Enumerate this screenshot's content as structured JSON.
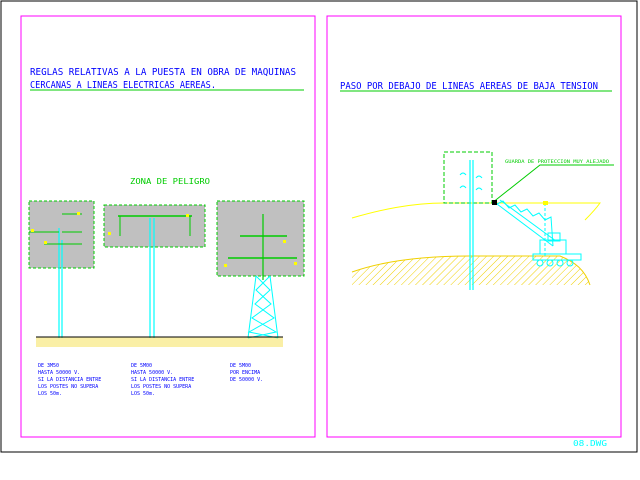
{
  "colors": {
    "frame": "#ff00ff",
    "outer": "#000000",
    "title": "#0000ff",
    "rule": "#00cc00",
    "zone_fill": "#c0c0c0",
    "zone_border": "#00cc00",
    "pole": "#00ffff",
    "cable": "#00cc00",
    "marker": "#ffff00",
    "ground": "#f0d000",
    "note": "#0000ff",
    "filename": "#00ffff"
  },
  "left_panel": {
    "title_line1": "REGLAS RELATIVAS A LA PUESTA EN OBRA DE MAQUINAS",
    "title_line2": "CERCANAS A LINEAS ELECTRICAS AEREAS.",
    "zone_label": "ZONA DE PELIGRO",
    "notes": [
      {
        "lines": [
          "DE 3M50",
          "HASTA 50000 V.",
          "SI LA DISTANCIA ENTRE",
          "LOS POSTES NO SUPERA",
          "LOS 50m."
        ]
      },
      {
        "lines": [
          "DE 5M00",
          "HASTA 50000 V.",
          "SI LA DISTANCIA ENTRE",
          "LOS POSTES NO SUPERA",
          "LOS 50m."
        ]
      },
      {
        "lines": [
          "DE 5M00",
          "POR ENCIMA",
          "DE 50000 V."
        ]
      }
    ]
  },
  "right_panel": {
    "title": "PASO POR DEBAJO DE LINEAS AEREAS DE BAJA TENSION",
    "callout": "GUARDA DE PROTECCION MUY ALEJADO"
  },
  "filename": "08.DWG"
}
